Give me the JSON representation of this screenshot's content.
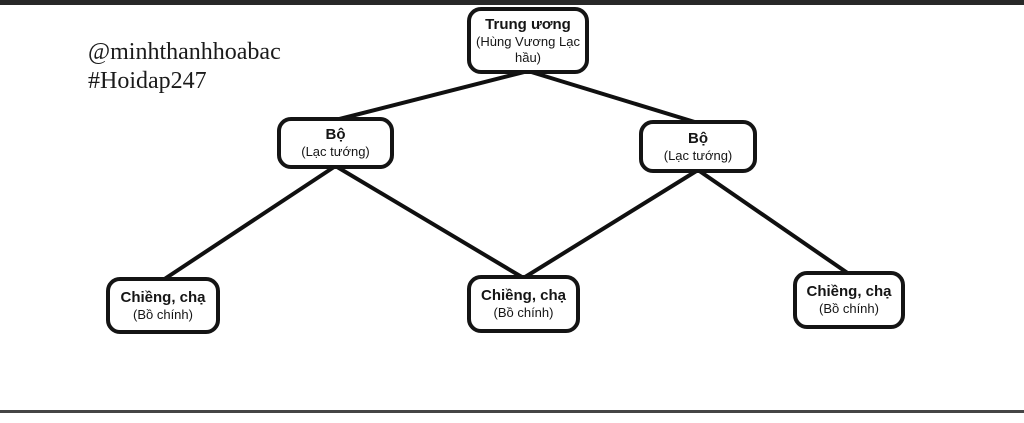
{
  "watermark": {
    "line1": "@minhthanhhoabac",
    "line2": "#Hoidap247"
  },
  "diagram": {
    "title_implied": "",
    "nodes": [
      {
        "id": "trung-uong",
        "title": "Trung ương",
        "subtitle": "(Hùng Vương Lạc hầu)"
      },
      {
        "id": "bo-left",
        "title": "Bộ",
        "subtitle": "(Lạc tướng)"
      },
      {
        "id": "bo-right",
        "title": "Bộ",
        "subtitle": "(Lạc tướng)"
      },
      {
        "id": "chieng-left",
        "title": "Chiềng, chạ",
        "subtitle": "(Bồ chính)"
      },
      {
        "id": "chieng-mid",
        "title": "Chiềng, chạ",
        "subtitle": "(Bồ chính)"
      },
      {
        "id": "chieng-right",
        "title": "Chiềng, chạ",
        "subtitle": "(Bồ chính)"
      }
    ],
    "edges": [
      {
        "from": "trung-uong",
        "to": "bo-left"
      },
      {
        "from": "trung-uong",
        "to": "bo-right"
      },
      {
        "from": "bo-left",
        "to": "chieng-left"
      },
      {
        "from": "bo-left",
        "to": "chieng-mid"
      },
      {
        "from": "bo-right",
        "to": "chieng-mid"
      },
      {
        "from": "bo-right",
        "to": "chieng-right"
      }
    ],
    "colors": {
      "line": "#101010",
      "node_border": "#141414",
      "node_bg": "#ffffff",
      "top_bar": "#282828",
      "bottom_rule": "#454545"
    }
  }
}
